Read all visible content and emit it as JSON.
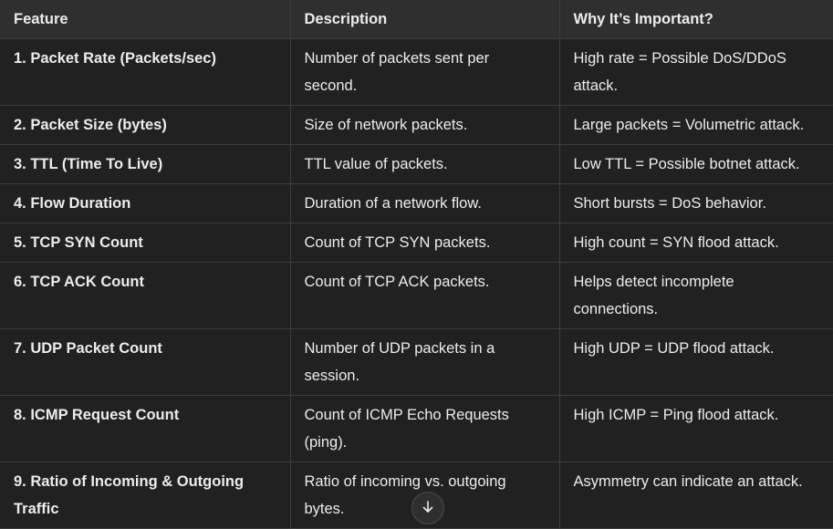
{
  "table": {
    "headers": [
      "Feature",
      "Description",
      "Why It’s Important?"
    ],
    "rows": [
      [
        "1. Packet Rate (Packets/sec)",
        "Number of packets sent per second.",
        "High rate = Possible DoS/DDoS attack."
      ],
      [
        "2. Packet Size (bytes)",
        "Size of network packets.",
        "Large packets = Volumetric attack."
      ],
      [
        "3. TTL (Time To Live)",
        "TTL value of packets.",
        "Low TTL = Possible botnet attack."
      ],
      [
        "4. Flow Duration",
        "Duration of a network flow.",
        "Short bursts = DoS behavior."
      ],
      [
        "5. TCP SYN Count",
        "Count of TCP SYN packets.",
        "High count = SYN flood attack."
      ],
      [
        "6. TCP ACK Count",
        "Count of TCP ACK packets.",
        "Helps detect incomplete connections."
      ],
      [
        "7. UDP Packet Count",
        "Number of UDP packets in a session.",
        "High UDP = UDP flood attack."
      ],
      [
        "8. ICMP Request Count",
        "Count of ICMP Echo Requests (ping).",
        "High ICMP = Ping flood attack."
      ],
      [
        "9. Ratio of Incoming & Outgoing Traffic",
        "Ratio of incoming vs. outgoing bytes.",
        "Asymmetry can indicate an attack."
      ]
    ]
  },
  "scroll_button": {
    "icon": "arrow-down-icon"
  }
}
